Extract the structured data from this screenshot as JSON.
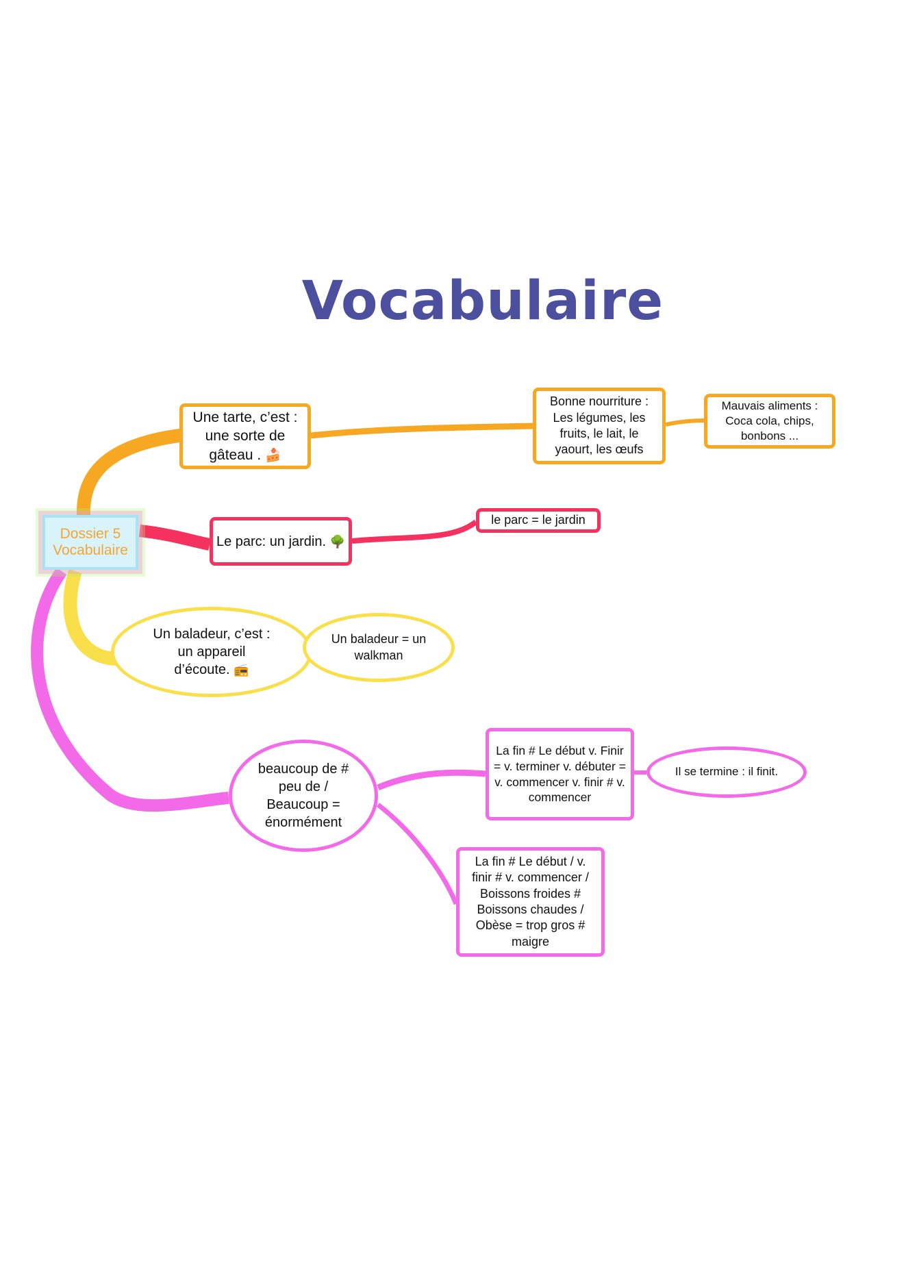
{
  "title": "Vocabulaire",
  "central": {
    "line1": "Dossier 5",
    "line2": "Vocabulaire"
  },
  "colors": {
    "orange": "#f7a823",
    "red": "#f5315f",
    "yellow": "#f9df4a",
    "pink": "#f26ae8",
    "title": "#4b4f9d"
  },
  "nodes": {
    "tarte": {
      "text": "Une tarte, c’est : une sorte de gâteau .",
      "icon": "cake-icon",
      "glyph": "🍰"
    },
    "bonne": {
      "text": "Bonne nourriture : Les légumes, les fruits, le lait, le yaourt, les œufs"
    },
    "mauvais": {
      "text": "Mauvais aliments : Coca cola, chips, bonbons ..."
    },
    "parc": {
      "text": "Le parc: un jardin.",
      "icon": "tree-icon",
      "glyph": "🌳"
    },
    "parc2": {
      "text": "le parc = le jardin"
    },
    "baladeur": {
      "text": "Un baladeur, c’est : un appareil d’écoute.",
      "icon": "radio-icon",
      "glyph": "📻"
    },
    "walkman": {
      "text": "Un baladeur = un walkman"
    },
    "beaucoup": {
      "text": "beaucoup de # peu de / Beaucoup = énormément"
    },
    "lafin1": {
      "text": "La fin # Le début  v. Finir = v. terminer v. débuter = v. commencer v. finir # v. commencer"
    },
    "termine": {
      "text": "Il se termine : il finit."
    },
    "lafin2": {
      "text": "La fin # Le début / v. finir # v. commencer / Boissons froides # Boissons chaudes / Obèse = trop gros # maigre"
    }
  }
}
